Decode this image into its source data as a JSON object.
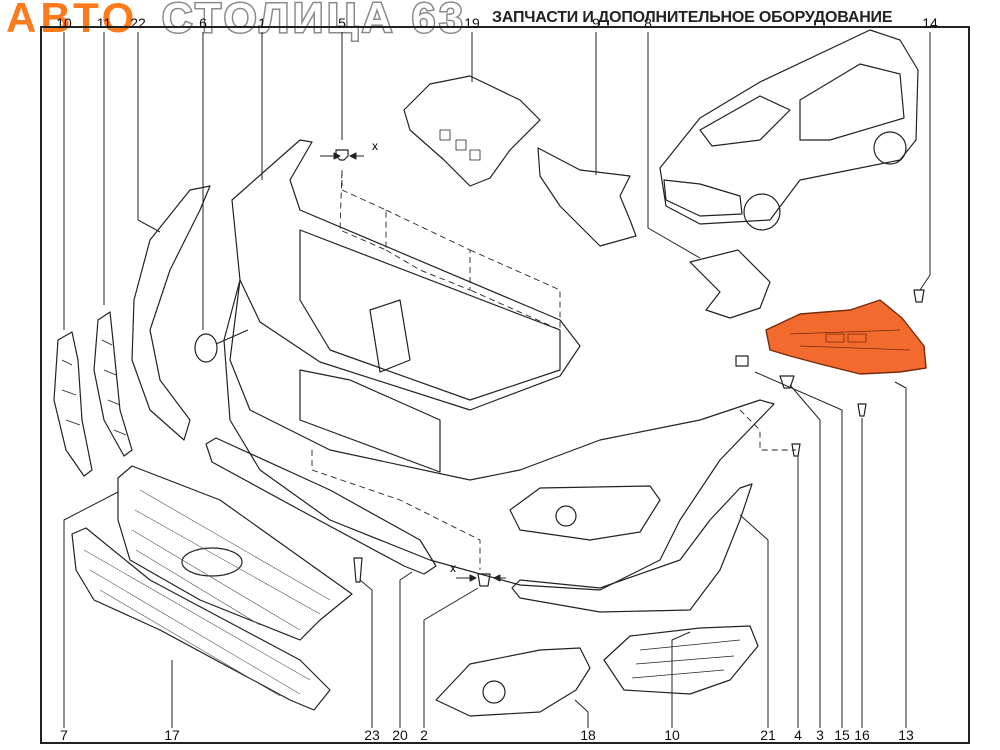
{
  "banner": {
    "logo_part1": "АВТО",
    "logo_part2": "СТОЛИЦА 63",
    "tagline": "ЗАПЧАСТИ И ДОПОЛНИТЕЛЬНОЕ ОБОРУДОВАНИЕ",
    "accent_color": "#ff7a1a"
  },
  "diagram": {
    "top_callouts": [
      "10",
      "11",
      "22",
      "6",
      "1",
      "5",
      "19",
      "9",
      "8",
      "14"
    ],
    "bottom_callouts": [
      "7",
      "17",
      "23",
      "20",
      "2",
      "18",
      "10",
      "21",
      "4",
      "3",
      "15",
      "16",
      "13"
    ],
    "dimension_marks": [
      "x",
      "x"
    ],
    "highlight_color": "#f26a2e",
    "highlighted_part": "13"
  }
}
